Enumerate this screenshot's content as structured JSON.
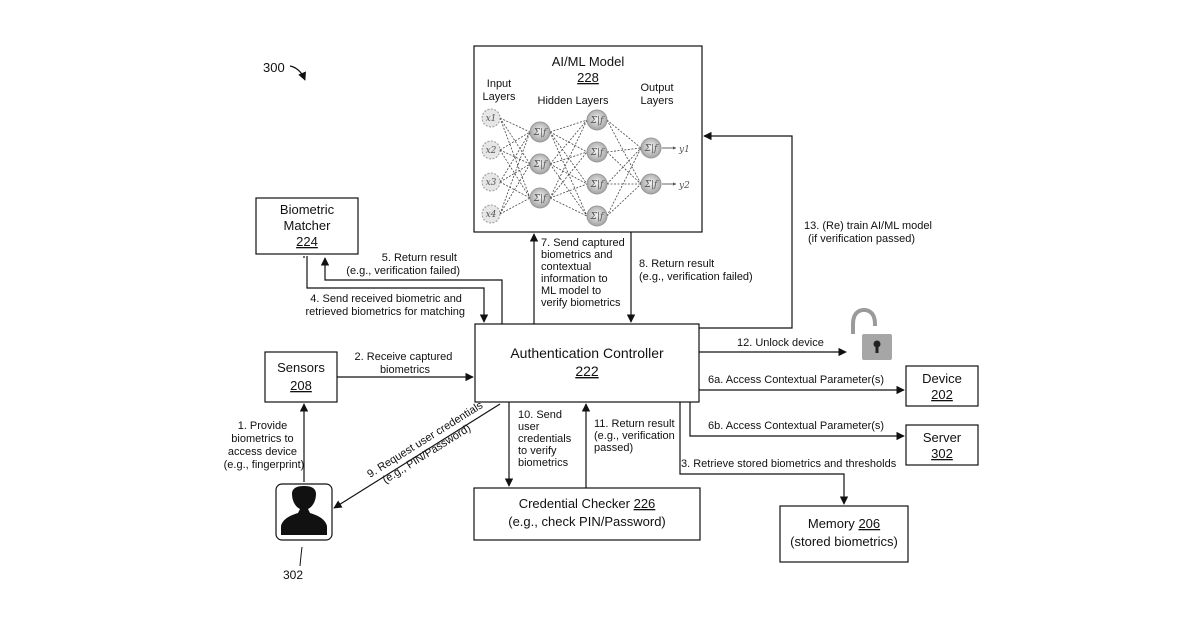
{
  "figure_ref": "300",
  "person_ref": "302",
  "nodes": {
    "ai_model": {
      "title": "AI/ML Model",
      "ref": "228",
      "input_layers": "Input",
      "input_layers_2": "Layers",
      "hidden_layers": "Hidden Layers",
      "output_layers": "Output",
      "output_layers_2": "Layers",
      "inputs": [
        "x1",
        "x2",
        "x3",
        "x4"
      ],
      "outputs": [
        "y1",
        "y2"
      ],
      "neuron_symbol": "Σ|f"
    },
    "biometric_matcher": {
      "title_1": "Biometric",
      "title_2": "Matcher",
      "ref": "224"
    },
    "sensors": {
      "title": "Sensors",
      "ref": "208"
    },
    "auth_controller": {
      "title": "Authentication Controller",
      "ref": "222"
    },
    "device": {
      "title": "Device",
      "ref": "202"
    },
    "server": {
      "title": "Server",
      "ref": "302"
    },
    "credential_checker": {
      "title": "Credential Checker",
      "ref": "226",
      "subtitle": "(e.g., check PIN/Password)"
    },
    "memory": {
      "title": "Memory",
      "ref": "206",
      "subtitle": "(stored biometrics)"
    }
  },
  "edges": {
    "e1": [
      "1. Provide",
      "biometrics to",
      "access device",
      "(e.g., fingerprint)"
    ],
    "e2": [
      "2. Receive captured",
      "biometrics"
    ],
    "e3": [
      "3. Retrieve stored biometrics and thresholds"
    ],
    "e4": [
      "4. Send received biometric and",
      "retrieved biometrics for matching"
    ],
    "e5": [
      "5. Return result",
      "(e.g., verification failed)"
    ],
    "e6a": [
      "6a. Access Contextual Parameter(s)"
    ],
    "e6b": [
      "6b. Access Contextual Parameter(s)"
    ],
    "e7": [
      "7. Send captured",
      "biometrics and",
      "contextual",
      "information to",
      "ML model to",
      "verify biometrics"
    ],
    "e8": [
      "8. Return result",
      "(e.g., verification failed)"
    ],
    "e9": [
      "9. Request user credentials",
      "(e.g., PIN/Password)"
    ],
    "e10": [
      "10. Send",
      "user",
      "credentials",
      "to verify",
      "biometrics"
    ],
    "e11": [
      "11. Return result",
      "(e.g., verification",
      "passed)"
    ],
    "e12": [
      "12. Unlock device"
    ],
    "e13": [
      "13. (Re) train AI/ML model",
      "(if verification passed)"
    ]
  }
}
